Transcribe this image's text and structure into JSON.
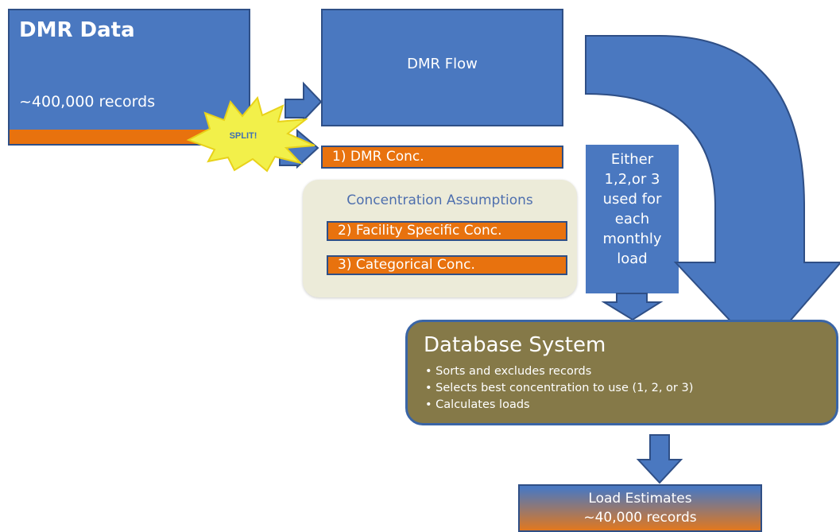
{
  "dmr_data": {
    "title": "DMR Data",
    "records": "~400,000 records"
  },
  "split_label": "SPLIT!",
  "dmr_flow": {
    "label": "DMR Flow"
  },
  "dmr_conc": {
    "label": "1) DMR Conc."
  },
  "concentration_assumptions": {
    "title": "Concentration Assumptions",
    "facility": "2) Facility Specific Conc.",
    "categorical": "3) Categorical Conc."
  },
  "either_box": {
    "lines": [
      "Either",
      "1,2,or 3",
      "used for",
      "each",
      "monthly",
      "load"
    ]
  },
  "database_system": {
    "title": "Database System",
    "bullets": [
      "Sorts and excludes records",
      "Selects best concentration to use (1, 2, or 3)",
      "Calculates loads"
    ]
  },
  "load_estimates": {
    "title": "Load Estimates",
    "records": "~40,000 records"
  },
  "colors": {
    "blue": "#4a78c0",
    "orange": "#e8720e",
    "olive": "#857948",
    "burst": "#f2f04a"
  }
}
